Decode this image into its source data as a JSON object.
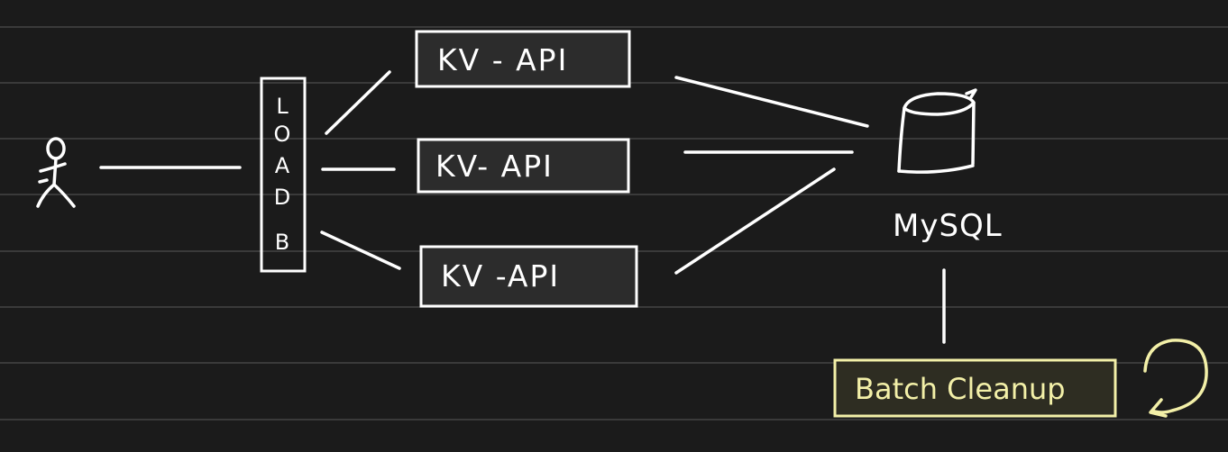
{
  "colors": {
    "background": "#1b1b1b",
    "ruled_lines": "#3a3a3a",
    "ink": "#ffffff",
    "box_fill": "#2c2c2c",
    "highlight": "#f3f0a8",
    "highlight_fill": "#2e2d22"
  },
  "icons": {
    "user": "stick-figure-icon",
    "database": "cylinder-icon",
    "loop": "circular-arrow-icon"
  },
  "load_balancer": {
    "letters": [
      "L",
      "O",
      "A",
      "D",
      "B"
    ]
  },
  "api_servers": [
    {
      "label": "KV - API"
    },
    {
      "label": "KV- API"
    },
    {
      "label": "KV -API"
    }
  ],
  "database": {
    "label": "MySQL"
  },
  "batch": {
    "label": "Batch Cleanup"
  }
}
